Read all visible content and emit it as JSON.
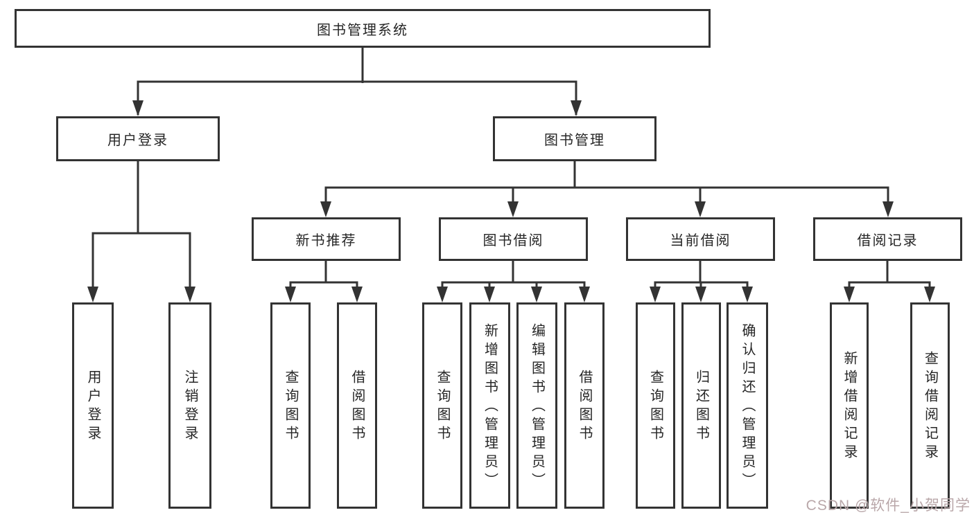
{
  "diagram": {
    "root": {
      "label": "图书管理系统"
    },
    "level1": [
      {
        "label": "用户登录",
        "children": [
          {
            "label": "用户登录"
          },
          {
            "label": "注销登录"
          }
        ]
      },
      {
        "label": "图书管理",
        "children": [
          {
            "label": "新书推荐",
            "children": [
              {
                "label": "查询图书"
              },
              {
                "label": "借阅图书"
              }
            ]
          },
          {
            "label": "图书借阅",
            "children": [
              {
                "label": "查询图书"
              },
              {
                "label": "新增图书（管理员）"
              },
              {
                "label": "编辑图书（管理员）"
              },
              {
                "label": "借阅图书"
              }
            ]
          },
          {
            "label": "当前借阅",
            "children": [
              {
                "label": "查询图书"
              },
              {
                "label": "归还图书"
              },
              {
                "label": "确认归还（管理员）"
              }
            ]
          },
          {
            "label": "借阅记录",
            "children": [
              {
                "label": "新增借阅记录"
              },
              {
                "label": "查询借阅记录"
              }
            ]
          }
        ]
      }
    ],
    "watermark": "CSDN @软件_小贺同学",
    "colors": {
      "line": "#333333",
      "text": "#262626",
      "background": "#ffffff",
      "watermark": "#b9a7a9"
    }
  }
}
